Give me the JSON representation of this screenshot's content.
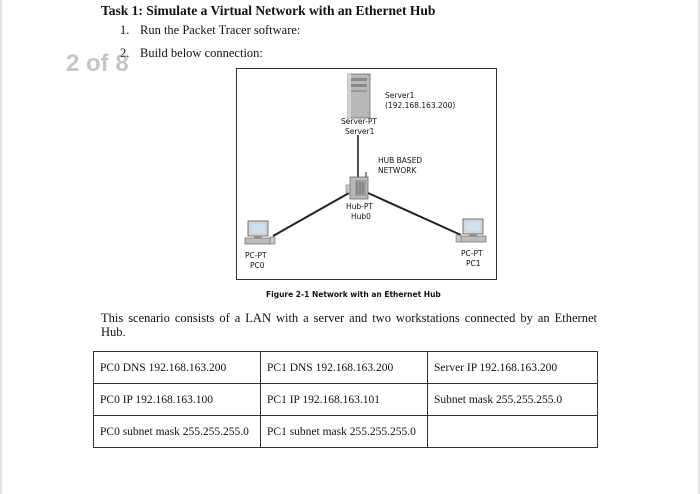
{
  "task_title": "Task 1: Simulate a Virtual Network with an Ethernet Hub",
  "steps": [
    {
      "num": "1.",
      "text": "Run the Packet Tracer software:"
    },
    {
      "num": "2.",
      "text": "Build below connection:"
    }
  ],
  "page_indicator": "2 of 8",
  "figure": {
    "server_name": "Server1",
    "server_ip": "(192.168.163.200)",
    "server_type": "Server-PT",
    "server_label": "Server1",
    "hub_note_1": "HUB BASED",
    "hub_note_2": "NETWORK",
    "hub_type": "Hub-PT",
    "hub_label": "Hub0",
    "pc0_type": "PC-PT",
    "pc0_label": "PC0",
    "pc1_type": "PC-PT",
    "pc1_label": "PC1"
  },
  "figure_caption": "Figure 2-1 Network with an Ethernet Hub",
  "scenario_text": "This scenario consists of a LAN with a server and two workstations connected by an Ethernet Hub.",
  "table": {
    "rows": [
      [
        "PC0 DNS 192.168.163.200",
        "PC1 DNS 192.168.163.200",
        "Server IP 192.168.163.200"
      ],
      [
        "PC0 IP 192.168.163.100",
        "PC1 IP 192.168.163.101",
        "Subnet mask 255.255.255.0"
      ],
      [
        "PC0 subnet mask 255.255.255.0",
        "PC1 subnet mask 255.255.255.0",
        ""
      ]
    ]
  },
  "colors": {
    "device_gray": "#b9b9b9",
    "screen_blue": "#cfe0f0",
    "cable": "#222222"
  }
}
